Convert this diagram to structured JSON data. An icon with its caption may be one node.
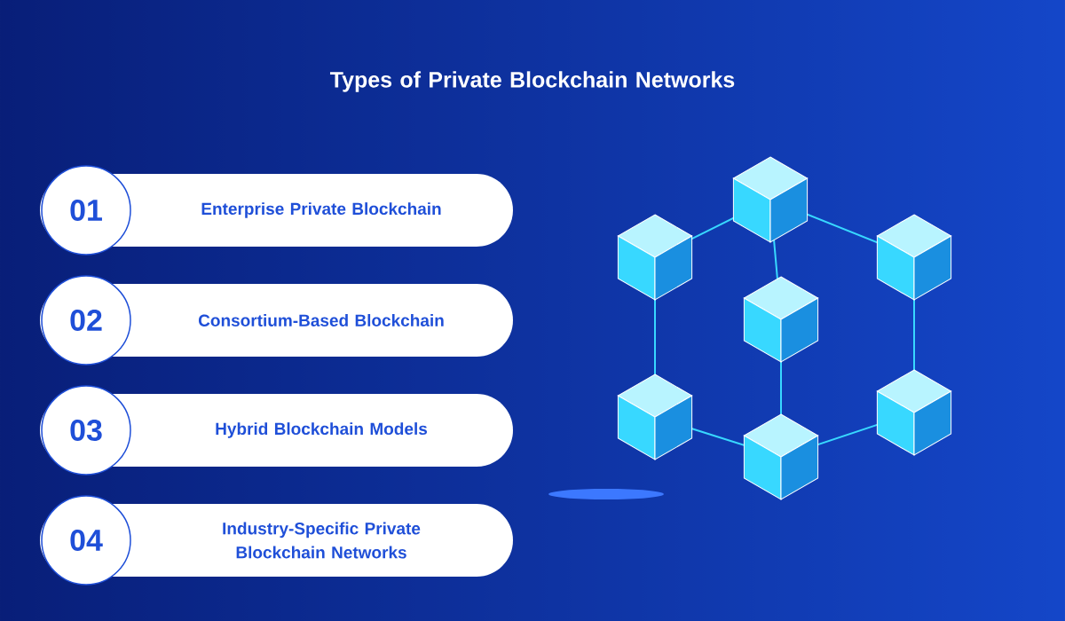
{
  "diagram": {
    "title": "Types of Private Blockchain Networks",
    "nodes": [
      {
        "text": [
          "01",
          "Enterprise Private Blockchain"
        ]
      },
      {
        "text": [
          "02",
          "Consortium-Based Blockchain"
        ]
      },
      {
        "text": [
          "03",
          "Hybrid Blockchain Models"
        ]
      },
      {
        "text": [
          "04",
          "Industry-Specific Private Blockchain Networks"
        ]
      }
    ]
  }
}
